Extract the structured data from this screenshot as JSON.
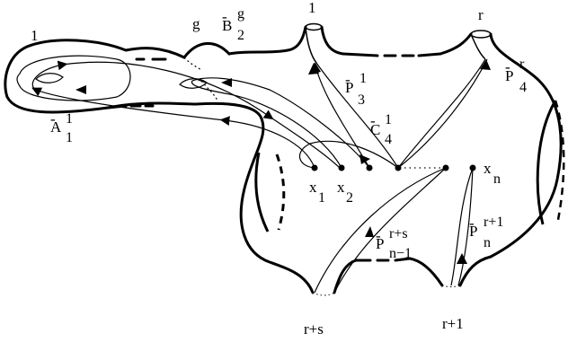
{
  "diagram": {
    "boundary_labels": {
      "genus_1": "1",
      "genus_g": "g",
      "puncture_1": "1",
      "puncture_r": "r",
      "puncture_r_plus_s": "r+s",
      "puncture_r_plus_1": "r+1"
    },
    "points": {
      "x1_base": "x",
      "x1_sub": "1",
      "x2_base": "x",
      "x2_sub": "2",
      "xn_base": "x",
      "xn_sub": "n"
    },
    "path_labels": {
      "A1_bar": "-",
      "A1_base": "A",
      "A1_sup": "1",
      "A1_sub": "1",
      "B2_bar": "-",
      "B2_base": "B",
      "B2_sup": "g",
      "B2_sub": "2",
      "P3_bar": "-",
      "P3_base": "P",
      "P3_sup": "1",
      "P3_sub": "3",
      "C4_bar": "-",
      "C4_base": "C",
      "C4_sup": "1",
      "C4_sub": "4",
      "P4_bar": "-",
      "P4_base": "P",
      "P4_sup": "r",
      "P4_sub": "4",
      "Pn1_bar": "-",
      "Pn1_base": "P",
      "Pn1_sup": "r+s",
      "Pn1_sub": "n−1",
      "Pn_bar": "-",
      "Pn_base": "P",
      "Pn_sup": "r+1",
      "Pn_sub": "n"
    },
    "colors": {
      "stroke": "#000000",
      "background": "#ffffff"
    }
  }
}
